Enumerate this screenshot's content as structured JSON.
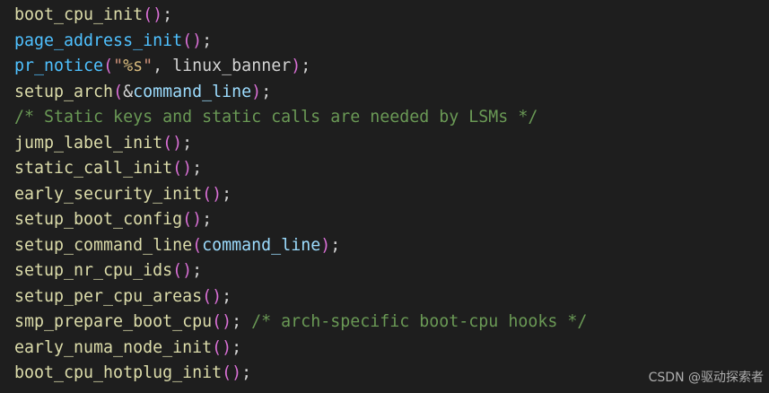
{
  "code_lines": [
    [
      {
        "t": "boot_cpu_init",
        "c": "fn"
      },
      {
        "t": "()",
        "c": "paren"
      },
      {
        "t": ";",
        "c": "punc"
      }
    ],
    [
      {
        "t": "page_address_init",
        "c": "fn-b"
      },
      {
        "t": "()",
        "c": "paren"
      },
      {
        "t": ";",
        "c": "punc"
      }
    ],
    [
      {
        "t": "pr_notice",
        "c": "fn-b"
      },
      {
        "t": "(",
        "c": "paren"
      },
      {
        "t": "\"",
        "c": "str"
      },
      {
        "t": "%s",
        "c": "esc"
      },
      {
        "t": "\"",
        "c": "str"
      },
      {
        "t": ", ",
        "c": "punc"
      },
      {
        "t": "linux_banner",
        "c": "id"
      },
      {
        "t": ")",
        "c": "paren"
      },
      {
        "t": ";",
        "c": "punc"
      }
    ],
    [
      {
        "t": "setup_arch",
        "c": "fn"
      },
      {
        "t": "(",
        "c": "paren"
      },
      {
        "t": "&",
        "c": "punc"
      },
      {
        "t": "command_line",
        "c": "var"
      },
      {
        "t": ")",
        "c": "paren"
      },
      {
        "t": ";",
        "c": "punc"
      }
    ],
    [
      {
        "t": "/* Static keys and static calls are needed by LSMs */",
        "c": "cmt"
      }
    ],
    [
      {
        "t": "jump_label_init",
        "c": "fn"
      },
      {
        "t": "()",
        "c": "paren"
      },
      {
        "t": ";",
        "c": "punc"
      }
    ],
    [
      {
        "t": "static_call_init",
        "c": "fn"
      },
      {
        "t": "()",
        "c": "paren"
      },
      {
        "t": ";",
        "c": "punc"
      }
    ],
    [
      {
        "t": "early_security_init",
        "c": "fn"
      },
      {
        "t": "()",
        "c": "paren"
      },
      {
        "t": ";",
        "c": "punc"
      }
    ],
    [
      {
        "t": "setup_boot_config",
        "c": "fn"
      },
      {
        "t": "()",
        "c": "paren"
      },
      {
        "t": ";",
        "c": "punc"
      }
    ],
    [
      {
        "t": "setup_command_line",
        "c": "fn"
      },
      {
        "t": "(",
        "c": "paren"
      },
      {
        "t": "command_line",
        "c": "var"
      },
      {
        "t": ")",
        "c": "paren"
      },
      {
        "t": ";",
        "c": "punc"
      }
    ],
    [
      {
        "t": "setup_nr_cpu_ids",
        "c": "fn"
      },
      {
        "t": "()",
        "c": "paren"
      },
      {
        "t": ";",
        "c": "punc"
      }
    ],
    [
      {
        "t": "setup_per_cpu_areas",
        "c": "fn"
      },
      {
        "t": "()",
        "c": "paren"
      },
      {
        "t": ";",
        "c": "punc"
      }
    ],
    [
      {
        "t": "smp_prepare_boot_cpu",
        "c": "fn"
      },
      {
        "t": "()",
        "c": "paren"
      },
      {
        "t": "; ",
        "c": "punc"
      },
      {
        "t": "/* arch-specific boot-cpu hooks */",
        "c": "cmt"
      }
    ],
    [
      {
        "t": "early_numa_node_init",
        "c": "fn"
      },
      {
        "t": "()",
        "c": "paren"
      },
      {
        "t": ";",
        "c": "punc"
      }
    ],
    [
      {
        "t": "boot_cpu_hotplug_init",
        "c": "fn"
      },
      {
        "t": "()",
        "c": "paren"
      },
      {
        "t": ";",
        "c": "punc"
      }
    ]
  ],
  "watermark": "CSDN @驱动探索者",
  "colors": {
    "background": "#1e1e1e",
    "function": "#dcdcaa",
    "function_builtin": "#4fc1ff",
    "paren": "#da70d6",
    "string": "#ce9178",
    "format_escape": "#d7ba7d",
    "variable": "#9cdcfe",
    "comment": "#6a9955",
    "default_text": "#d4d4d4"
  }
}
